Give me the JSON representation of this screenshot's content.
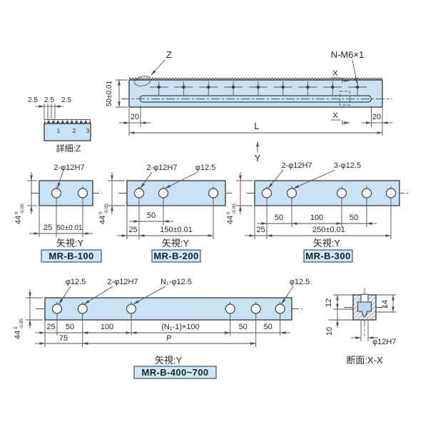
{
  "colors": {
    "part_fill": "#c9e2f2",
    "outline": "#3c434a",
    "dimension": "#4a525a",
    "label_box_fill": "#cfe6f4",
    "hatch_line": "#5d6e7a",
    "hatch_bg": "#e8eef3",
    "text": "#24292e"
  },
  "height_dim": {
    "value": "44",
    "upper": "0",
    "lower": "-0.05"
  },
  "top_view": {
    "detail_label": "Z",
    "thread_callout": "N-M6×1",
    "section_mark": "X",
    "height_dim": "50±0.01",
    "end_dim": "20",
    "length_label": "L",
    "view_dir_label": "Y"
  },
  "detail_z": {
    "pitch_dims": [
      "2.5",
      "2.5",
      "2.5"
    ],
    "tooth_numbers": [
      "1",
      "2",
      "3"
    ],
    "caption": "詳細:Z"
  },
  "views": [
    {
      "part_no": "MR-B-100",
      "caption": "矢視:Y",
      "callouts": [
        "2-φ12H7"
      ],
      "dims_row1": [
        "25",
        "50±0.01"
      ],
      "dims_row2": []
    },
    {
      "part_no": "MR-B-200",
      "caption": "矢視:Y",
      "callouts": [
        "2-φ12H7",
        "φ12.5"
      ],
      "dims_row1": [
        "50"
      ],
      "dims_row2": [
        "25",
        "150±0.01"
      ]
    },
    {
      "part_no": "MR-B-300",
      "caption": "矢視:Y",
      "callouts": [
        "2-φ12H7",
        "3-φ12.5"
      ],
      "dims_row1": [
        "50",
        "100",
        "50"
      ],
      "dims_row2": [
        "25",
        "250±0.01"
      ]
    },
    {
      "part_no": "MR-B-400~700",
      "caption": "矢視:Y",
      "callouts": [
        "φ12.5",
        "2-φ12H7",
        "N₁-φ12.5",
        "φ12.5"
      ],
      "dims_row1": [
        "25",
        "50",
        "100",
        "(N₁-1)×100",
        "50",
        "50"
      ],
      "dims_row2": [
        "75",
        "P"
      ]
    }
  ],
  "section": {
    "caption": "断面:X-X",
    "dim_left_top": "12",
    "dim_left_bottom": "10",
    "dim_right": "14",
    "hole_callout": "φ12H7"
  }
}
